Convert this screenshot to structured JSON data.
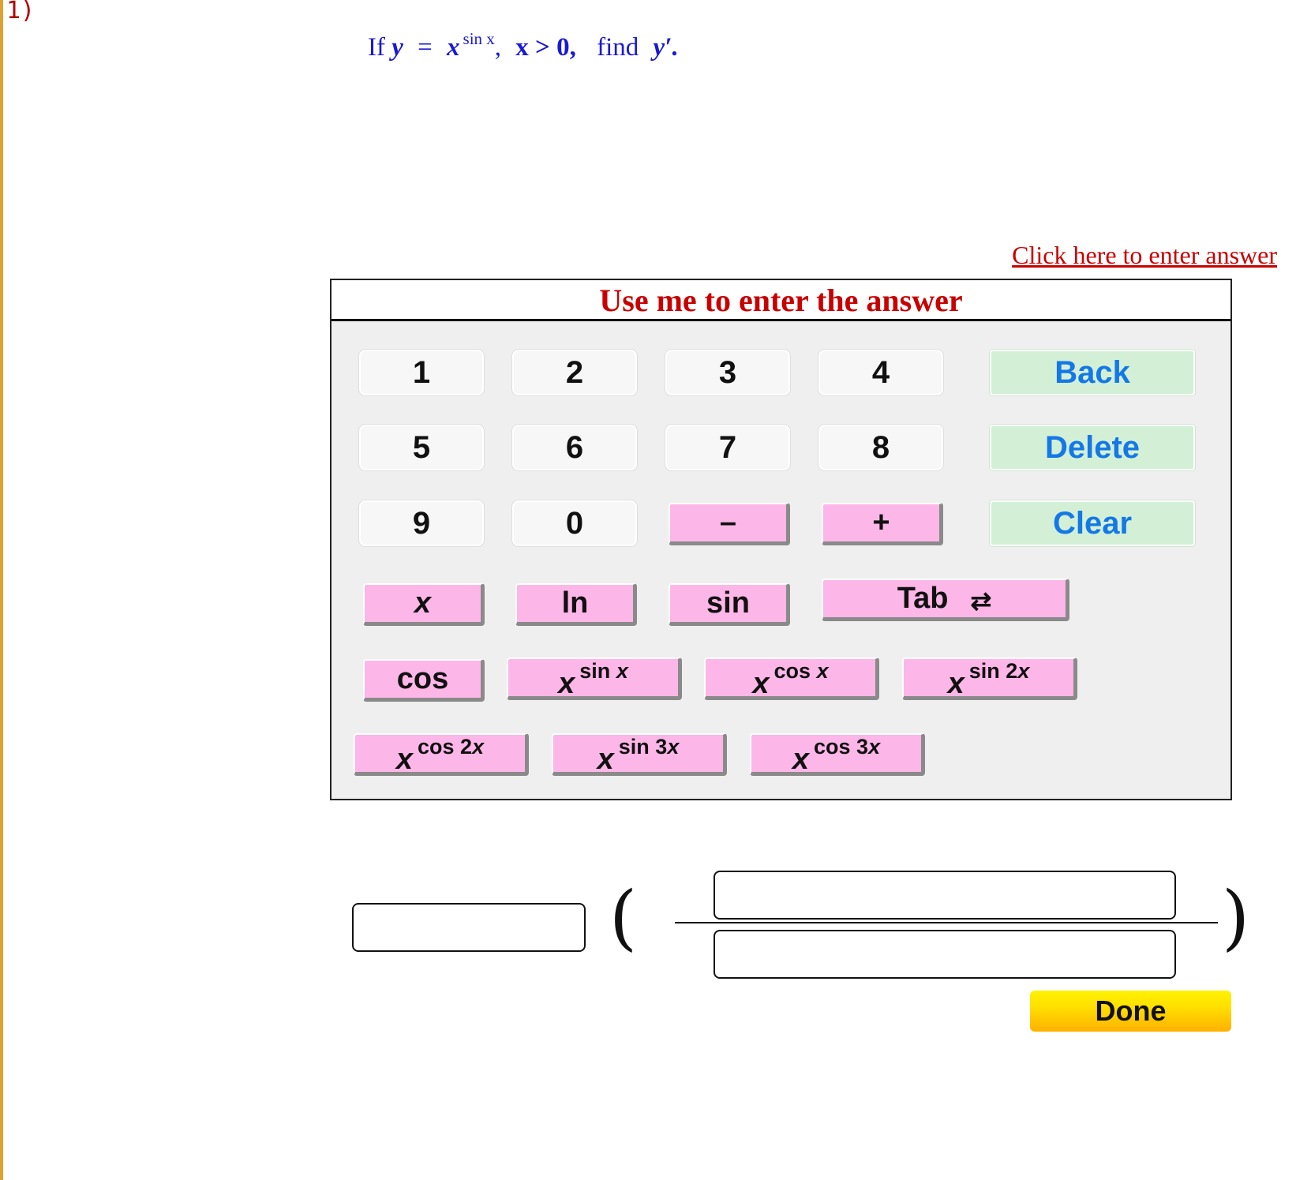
{
  "question_number": "1)",
  "question": {
    "if": "If",
    "y": "y",
    "equals": "=",
    "x": "x",
    "exponent": "sin x",
    "comma": ",",
    "condition": "x > 0,",
    "find": "find",
    "target": "y′."
  },
  "enter_link": "Click here to enter answer",
  "keypad": {
    "title": "Use me to enter the answer",
    "digits": [
      "1",
      "2",
      "3",
      "4",
      "5",
      "6",
      "7",
      "8",
      "9",
      "0"
    ],
    "controls": {
      "back": "Back",
      "delete": "Delete",
      "clear": "Clear"
    },
    "ops": {
      "minus": "–",
      "plus": "+"
    },
    "funcs": {
      "x": "x",
      "ln": "ln",
      "sin": "sin",
      "tab": "Tab",
      "tab_icon": "⇄",
      "cos": "cos"
    },
    "powers": [
      {
        "base": "x",
        "fn": "sin",
        "arg": "x"
      },
      {
        "base": "x",
        "fn": "cos",
        "arg": "x"
      },
      {
        "base": "x",
        "fn": "sin 2",
        "arg": "x"
      },
      {
        "base": "x",
        "fn": "cos 2",
        "arg": "x"
      },
      {
        "base": "x",
        "fn": "sin 3",
        "arg": "x"
      },
      {
        "base": "x",
        "fn": "cos 3",
        "arg": "x"
      }
    ]
  },
  "answer": {
    "open_paren": "(",
    "close_paren": ")",
    "done": "Done"
  },
  "colors": {
    "question": "#1a1ad4",
    "link": "#c80000",
    "control_text": "#1478e6",
    "pink_key": "#fdb6e8",
    "green_key": "#d3f0d6"
  }
}
